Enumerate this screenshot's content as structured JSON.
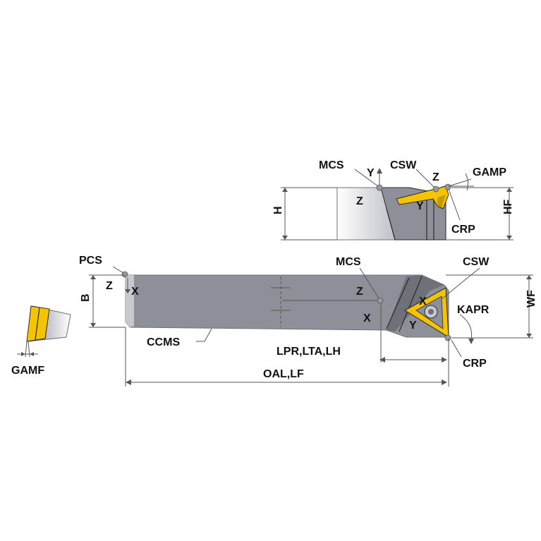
{
  "colors": {
    "body": "#8e9099",
    "body_light": "#c8c9ce",
    "body_dark": "#6f717a",
    "insert": "#f5c400",
    "insert_dark": "#c99a00",
    "marker": "#9a9a9a"
  },
  "top_view": {
    "mcs": "MCS",
    "csw": "CSW",
    "gamp": "GAMP",
    "y_axis": "Y",
    "z_axis": "Z",
    "z_axis_2": "Z",
    "y_axis_2": "Y",
    "crp": "CRP",
    "h": "H",
    "hf": "HF"
  },
  "main_view": {
    "pcs": "PCS",
    "z_axis": "Z",
    "x_axis": "X",
    "b": "B",
    "mcs": "MCS",
    "z_axis_2": "Z",
    "x_axis_2": "X",
    "csw": "CSW",
    "x_axis_3": "X",
    "y_axis": "Y",
    "kapr": "KAPR",
    "wf": "WF",
    "ccms": "CCMS",
    "lpr": "LPR,LTA,LH",
    "crp": "CRP",
    "oal": "OAL,LF"
  },
  "side_view": {
    "gamf": "GAMF"
  }
}
